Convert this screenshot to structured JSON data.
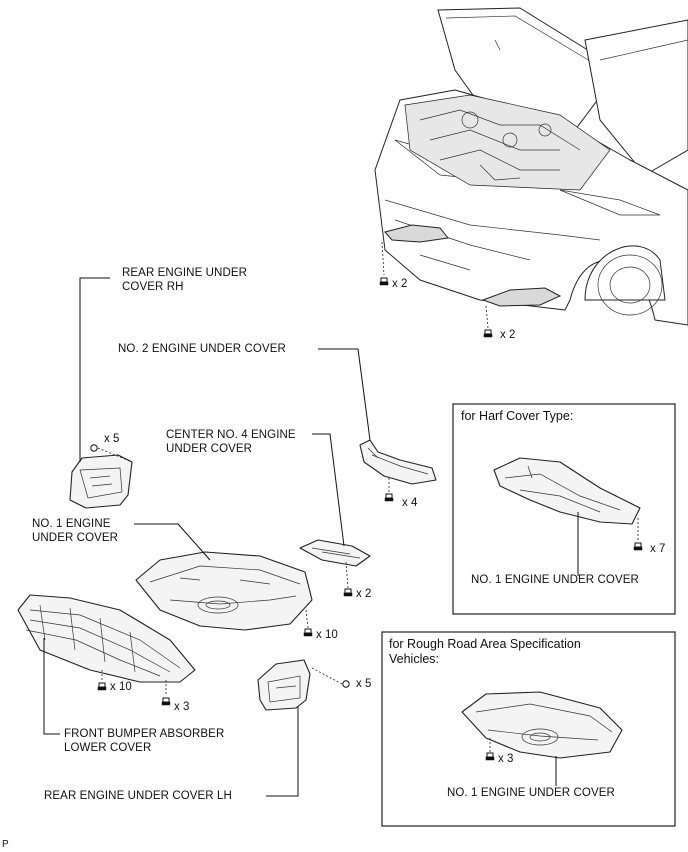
{
  "labels": {
    "rear_rh": [
      "REAR ENGINE UNDER",
      "COVER RH"
    ],
    "no2": "NO. 2 ENGINE UNDER COVER",
    "center4": [
      "CENTER NO. 4 ENGINE",
      "UNDER COVER"
    ],
    "no1": [
      "NO. 1 ENGINE",
      "UNDER COVER"
    ],
    "front_bumper": [
      "FRONT BUMPER ABSORBER",
      "LOWER COVER"
    ],
    "rear_lh": "REAR ENGINE UNDER COVER LH"
  },
  "quantities": {
    "car_left": "x 2",
    "car_right": "x 2",
    "rear_rh": "x 5",
    "no2": "x 4",
    "center4": "x 2",
    "no1": "x 10",
    "bumper_10": "x 10",
    "bumper_3": "x 3",
    "rear_lh": "x 5",
    "half": "x 7",
    "rough": "x 3"
  },
  "panels": {
    "half_cover": {
      "title": "for Harf Cover Type:",
      "part_label": "NO. 1 ENGINE UNDER COVER"
    },
    "rough_road": {
      "title": [
        "for Rough Road Area Specification",
        "Vehicles:"
      ],
      "part_label": "NO. 1 ENGINE UNDER COVER"
    }
  },
  "corner_code": "P"
}
